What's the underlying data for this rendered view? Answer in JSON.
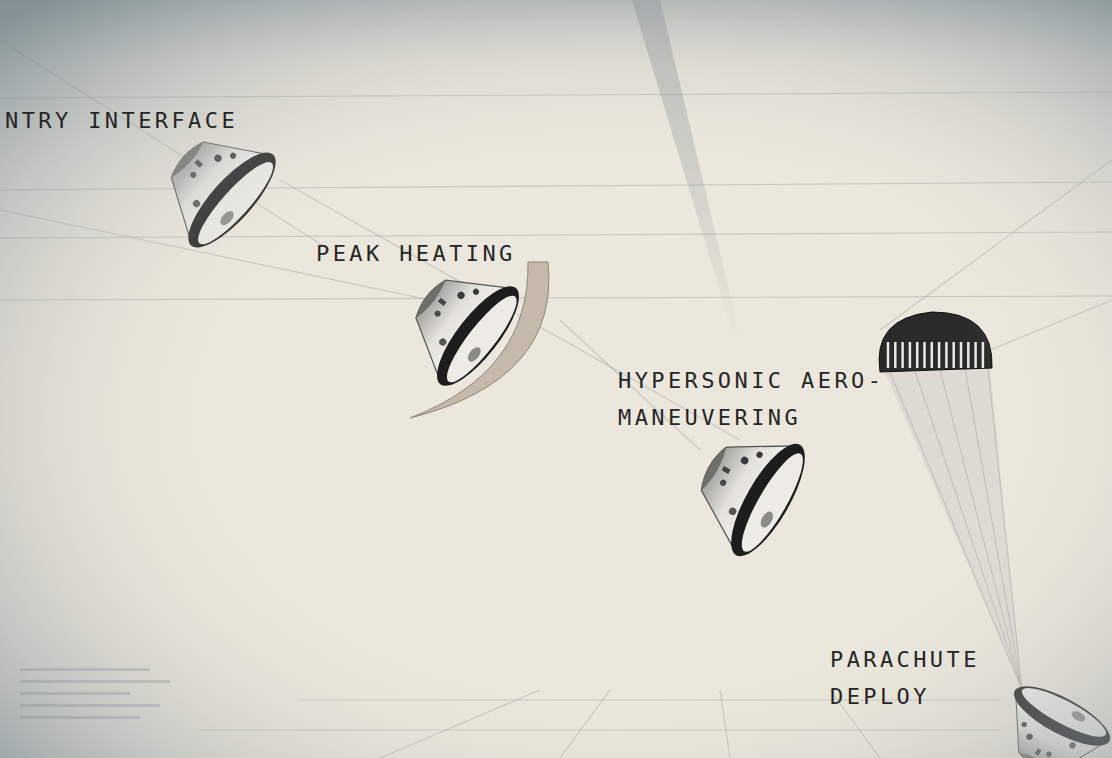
{
  "diagram": {
    "labels": [
      "NTRY INTERFACE",
      "PEAK HEATING",
      "HYPERSONIC AERO-MANEUVERING",
      "PARACHUTE DEPLOY"
    ]
  }
}
